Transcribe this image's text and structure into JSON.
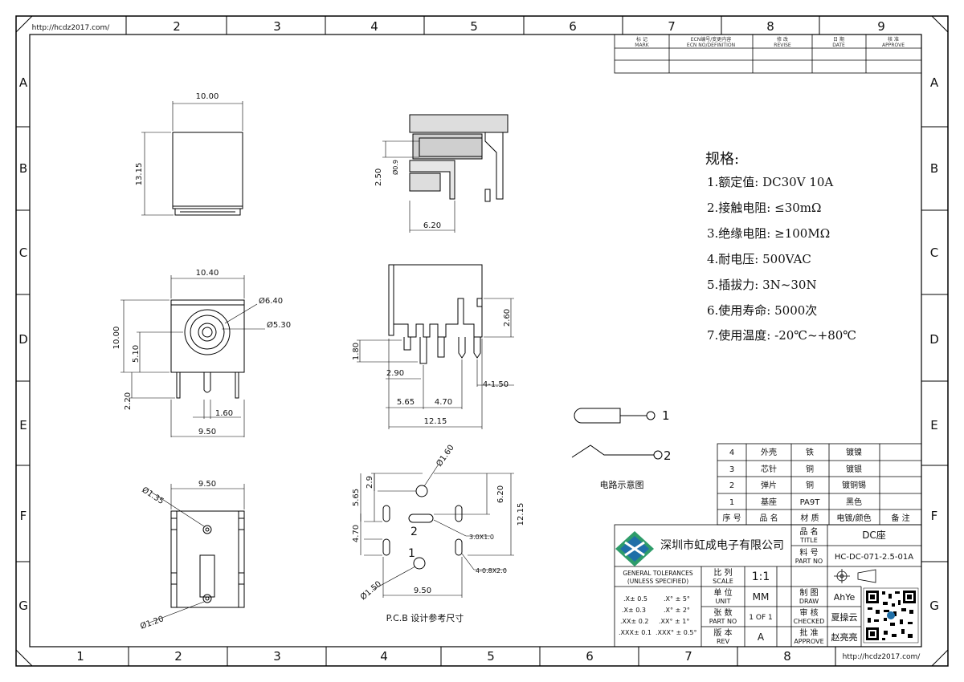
{
  "url_top": "http://hcdz2017.com/",
  "url_bottom": "http://hcdz2017.com/",
  "grid": {
    "top_cols": [
      "2",
      "3",
      "4",
      "5",
      "6",
      "7",
      "8",
      "9"
    ],
    "bottom_cols": [
      "1",
      "2",
      "3",
      "4",
      "5",
      "6",
      "7",
      "8"
    ],
    "rows": [
      "A",
      "B",
      "C",
      "D",
      "E",
      "F",
      "G"
    ]
  },
  "revision_table": {
    "headers_cn": [
      "标 记",
      "ECN编号/变更内容",
      "修 改",
      "日 期",
      "核 准"
    ],
    "headers_en": [
      "MARK",
      "ECN NO/DEFINITION",
      "REVISE",
      "DATE",
      "APPROVE"
    ]
  },
  "dims": {
    "top_width": "10.00",
    "top_height": "13.15",
    "front_width": "10.40",
    "front_height": "10.00",
    "front_center": "5.10",
    "front_pin": "2.20",
    "front_pin_w": "1.60",
    "front_base": "9.50",
    "dia_outer": "Ø6.40",
    "dia_inner": "Ø5.30",
    "side_pin": "2.50",
    "side_pin_small": "Ø0.9",
    "side_width": "6.20",
    "side2_height": "2.60",
    "side2_pin": "1.80",
    "side2_a": "2.90",
    "side2_b": "5.65",
    "side2_c": "4.70",
    "side2_d": "4-1.50",
    "side2_total": "12.15",
    "bottom_width": "9.50",
    "bottom_dia1": "Ø1.35",
    "bottom_dia2": "Ø1.20",
    "pcb_dia1": "Ø1.60",
    "pcb_dia2": "Ø1.50",
    "pcb_565": "5.65",
    "pcb_29": "2.9",
    "pcb_620": "6.20",
    "pcb_1215": "12.15",
    "pcb_470": "4.70",
    "pcb_950": "9.50",
    "pcb_slot": "3.0X1.0",
    "pcb_slot2": "4-0.8X2.0",
    "pcb_label1": "1",
    "pcb_label2": "2"
  },
  "pcb_caption": "P.C.B 设计参考尺寸",
  "circuit": {
    "label1": "1",
    "label2": "2",
    "caption": "电路示意图"
  },
  "spec_title": "规格:",
  "specs": [
    "1.额定值: DC30V  10A",
    "2.接触电阻: ≤30mΩ",
    "3.绝缘电阻: ≥100MΩ",
    "4.耐电压: 500VAC",
    "5.插拔力: 3N~30N",
    "6.使用寿命: 5000次",
    "7.使用温度: -20℃~+80℃"
  ],
  "bom": {
    "rows": [
      [
        "4",
        "外壳",
        "铁",
        "镀镍",
        ""
      ],
      [
        "3",
        "芯针",
        "铜",
        "镀银",
        ""
      ],
      [
        "2",
        "弹片",
        "铜",
        "镀铜锡",
        ""
      ],
      [
        "1",
        "基座",
        "PA9T",
        "黑色",
        ""
      ]
    ],
    "header": [
      "序 号",
      "品 名",
      "材 质",
      "电镀/颜色",
      "备 注"
    ]
  },
  "title_block": {
    "company": "深圳市虹成电子有限公司",
    "name_label_cn": "品 名",
    "name_label_en": "TITLE",
    "name_value": "DC座",
    "part_label_cn": "料 号",
    "part_label_en": "PART NO",
    "part_value": "HC-DC-071-2.5-01A",
    "tol_title1": "GENERAL TOLERANCES",
    "tol_title2": "(UNLESS SPECIFIED)",
    "tolerances": [
      [
        ".X± 0.5",
        ".X° ± 5°"
      ],
      [
        ".X± 0.3",
        ".X° ± 2°"
      ],
      [
        ".XX± 0.2",
        ".XX° ± 1°"
      ],
      [
        ".XXX± 0.1",
        ".XXX° ± 0.5°"
      ]
    ],
    "scale_cn": "比 列",
    "scale_en": "SCALE",
    "scale_value": "1:1",
    "unit_cn": "单 位",
    "unit_en": "UNIT",
    "unit_value": "MM",
    "sheet_cn": "张 数",
    "sheet_en": "PART NO",
    "sheet_value": "1 OF 1",
    "rev_cn": "版 本",
    "rev_en": "REV",
    "rev_value": "A",
    "draw_cn": "制 图",
    "draw_en": "DRAW",
    "draw_value": "AhYe",
    "check_cn": "审 核",
    "check_en": "CHECKED",
    "check_value": "夏操云",
    "approve_cn": "批 准",
    "approve_en": "APPROVE",
    "approve_value": "赵亮亮"
  }
}
